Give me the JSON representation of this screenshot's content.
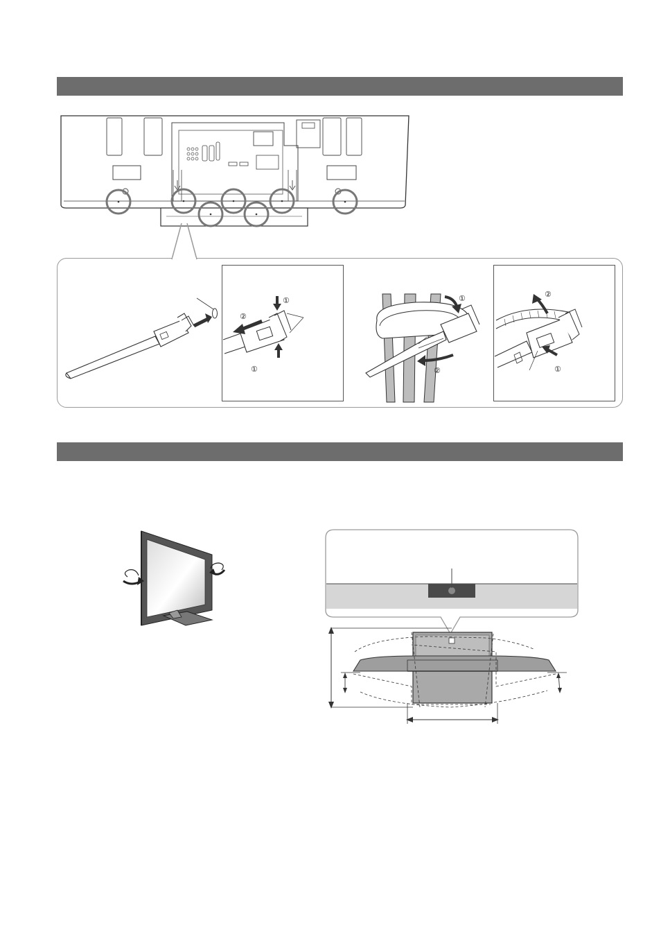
{
  "sections": [
    {
      "id": "cable-clamp-section",
      "title": ""
    },
    {
      "id": "swivel-section",
      "title": ""
    }
  ],
  "step_markers": {
    "one": "①",
    "two": "②"
  },
  "colors": {
    "section_bar": "#6d6d6d",
    "panel_border": "#9a9a9a",
    "line": "#333333"
  }
}
